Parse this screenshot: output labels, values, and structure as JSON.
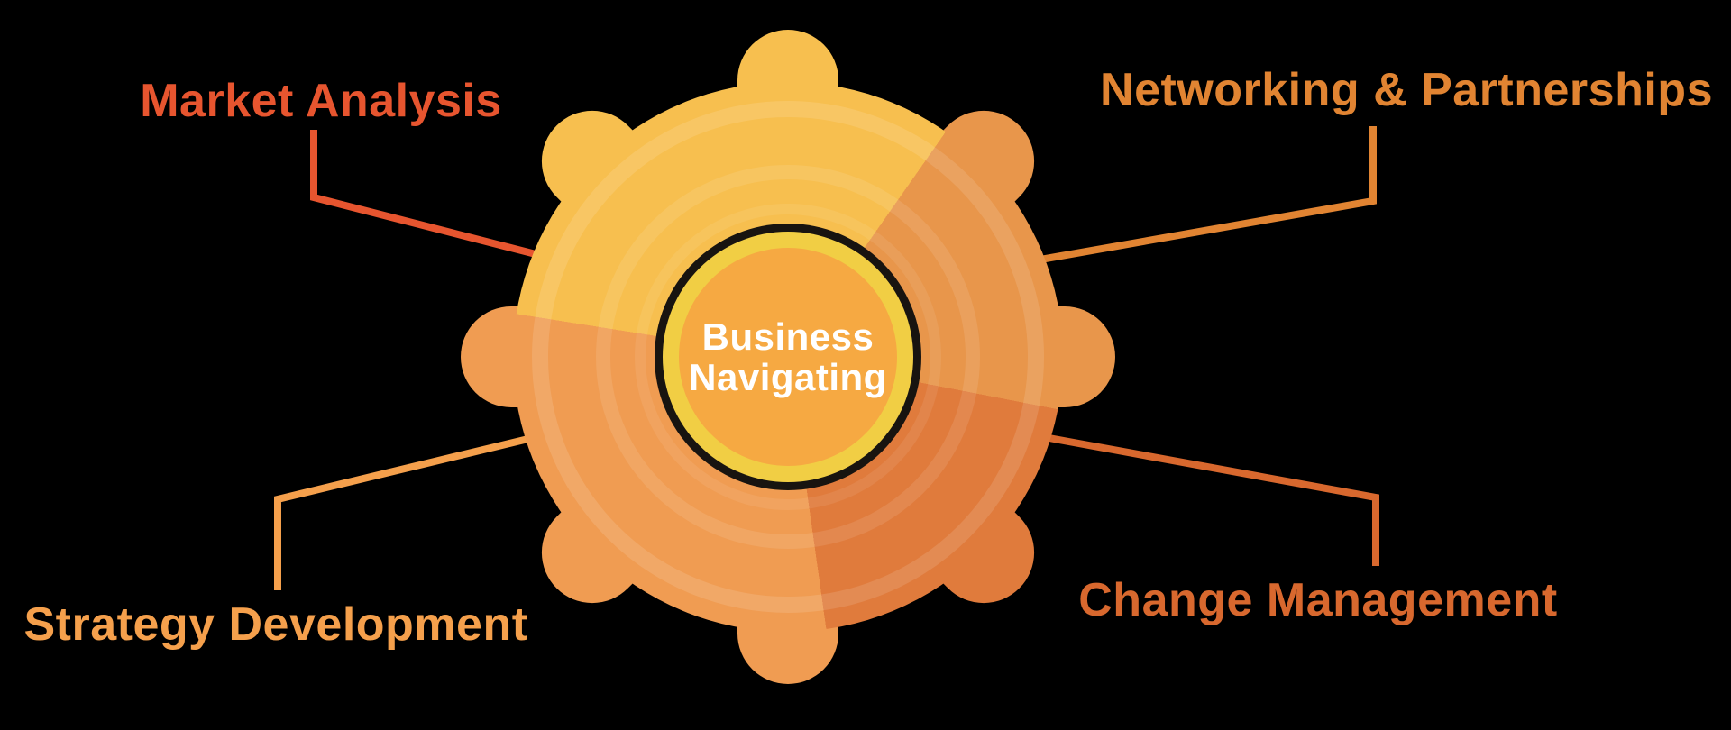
{
  "title": "Business Navigating gear diagram",
  "hub": {
    "line1": "Business",
    "line2": "Navigating",
    "text_color": "#ffffff",
    "disc_color": "#f6a942",
    "ring_color": "#f1ce44",
    "outline_color": "#181410"
  },
  "items": [
    {
      "label": "Market Analysis",
      "color": "#e7552f",
      "position": "top-left"
    },
    {
      "label": "Networking & Partnerships",
      "color": "#e18432",
      "position": "top-right"
    },
    {
      "label": "Strategy Development",
      "color": "#f5a04c",
      "position": "bottom-left"
    },
    {
      "label": "Change Management",
      "color": "#d8682e",
      "position": "bottom-right"
    }
  ],
  "gear": {
    "sector_colors": {
      "top": "#f7bf4f",
      "right": "#e8964b",
      "bottom_right": "#e07b3c",
      "bottom_left": "#f09c52"
    },
    "highlight_ring_color": "rgba(255,255,255,0.12)"
  },
  "background_color": "#000000"
}
